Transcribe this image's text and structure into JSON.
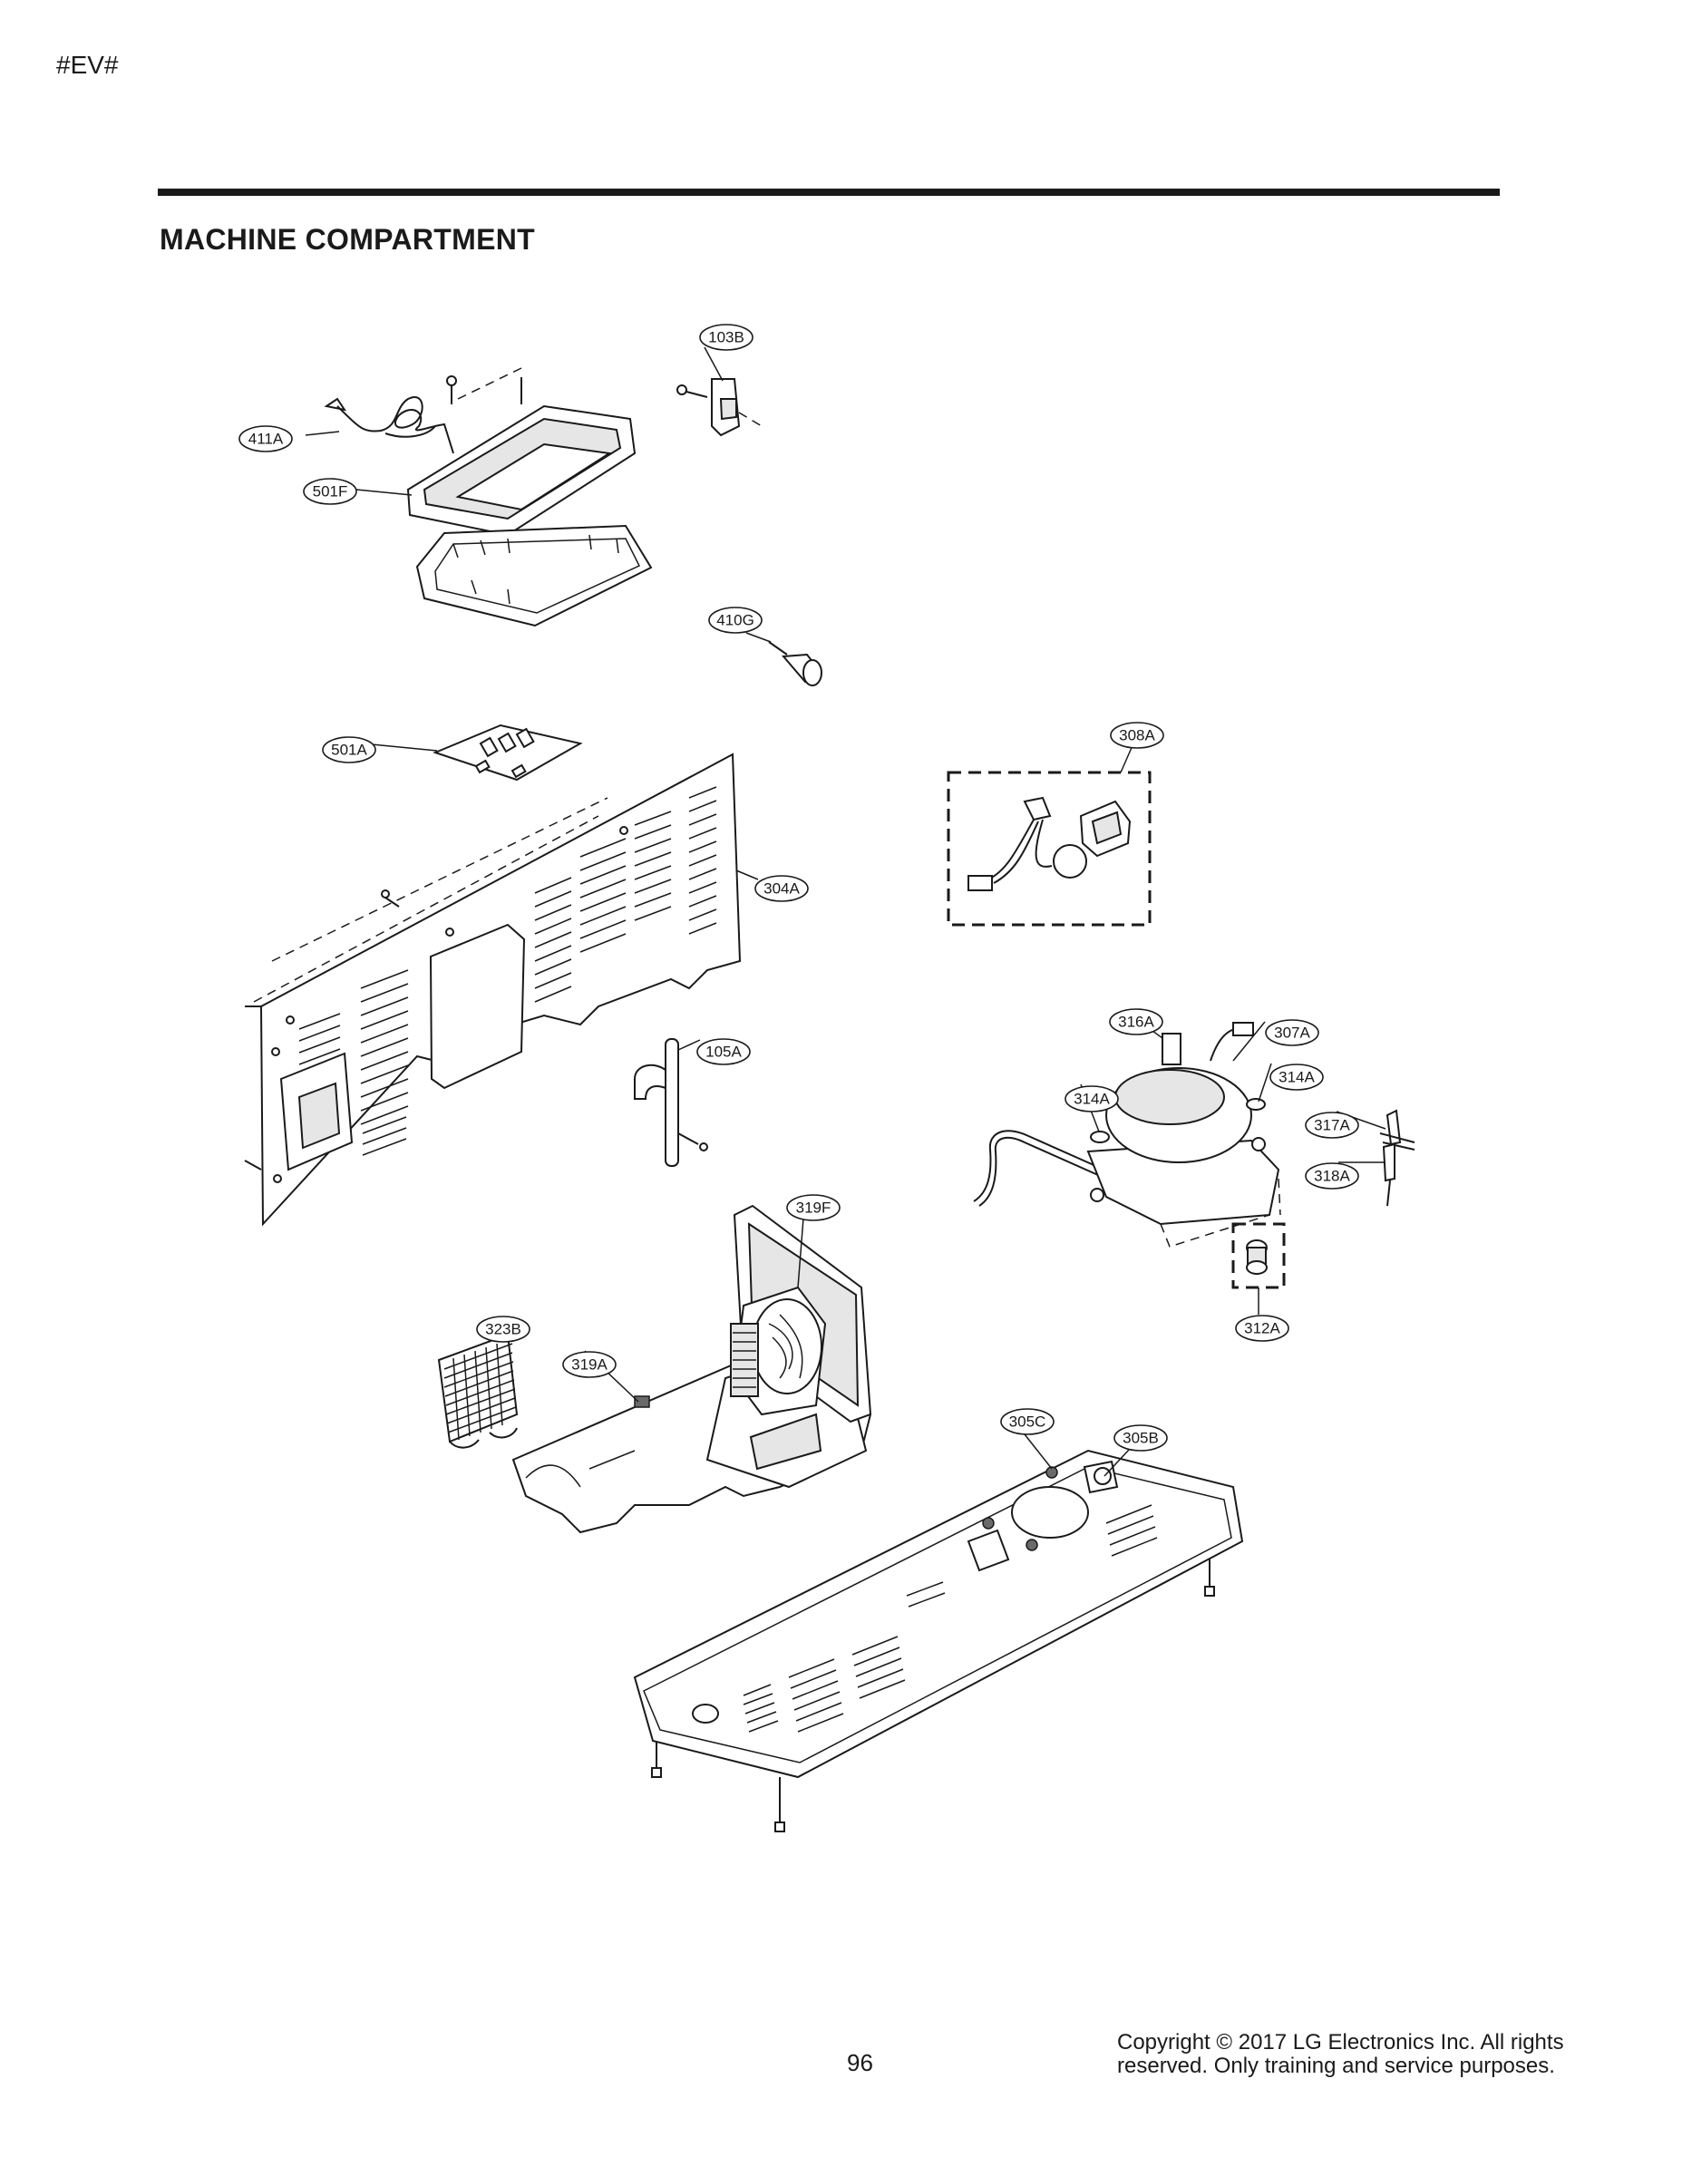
{
  "header": {
    "tag": "#EV#",
    "section_title": "MACHINE COMPARTMENT"
  },
  "parts": [
    {
      "id": "103B"
    },
    {
      "id": "411A"
    },
    {
      "id": "501F"
    },
    {
      "id": "410G"
    },
    {
      "id": "501A"
    },
    {
      "id": "304A"
    },
    {
      "id": "308A"
    },
    {
      "id": "105A"
    },
    {
      "id": "316A"
    },
    {
      "id": "307A"
    },
    {
      "id": "314A"
    },
    {
      "id": "314A"
    },
    {
      "id": "317A"
    },
    {
      "id": "318A"
    },
    {
      "id": "319F"
    },
    {
      "id": "323B"
    },
    {
      "id": "319A"
    },
    {
      "id": "312A"
    },
    {
      "id": "305C"
    },
    {
      "id": "305B"
    }
  ],
  "footer": {
    "page_number": "96",
    "copyright_line1": "Copyright © 2017 LG Electronics Inc. All rights",
    "copyright_line2": "reserved. Only training and service purposes."
  }
}
